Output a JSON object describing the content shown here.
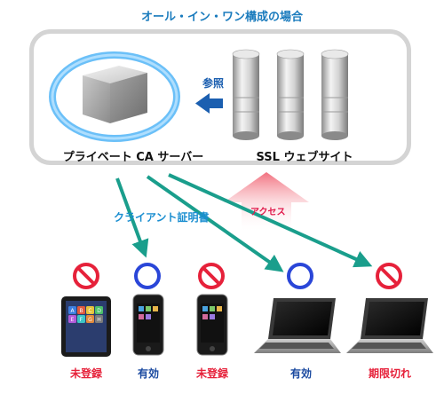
{
  "title": "オール・イン・ワン構成の場合",
  "ca_label": "プライベート CA サーバー",
  "ssl_label": "SSL ウェブサイト",
  "reference_label": "参照",
  "cert_label": "クライアント証明書",
  "access_label": "アクセス",
  "tablet_icons": [
    "A",
    "B",
    "C",
    "D",
    "E",
    "F",
    "G",
    "H"
  ],
  "devices": [
    {
      "type": "tablet",
      "status": "未登録",
      "result": "ng"
    },
    {
      "type": "phone",
      "status": "有効",
      "result": "ok"
    },
    {
      "type": "phone",
      "status": "未登録",
      "result": "ng"
    },
    {
      "type": "laptop",
      "status": "有効",
      "result": "ok"
    },
    {
      "type": "laptop",
      "status": "期限切れ",
      "result": "ng"
    }
  ],
  "colors": {
    "title": "#1a7bbd",
    "ng": "#e6213a",
    "ok": "#2a46d8",
    "arrow": "#1a9e8c",
    "ref_arrow": "#1b5fb0"
  }
}
